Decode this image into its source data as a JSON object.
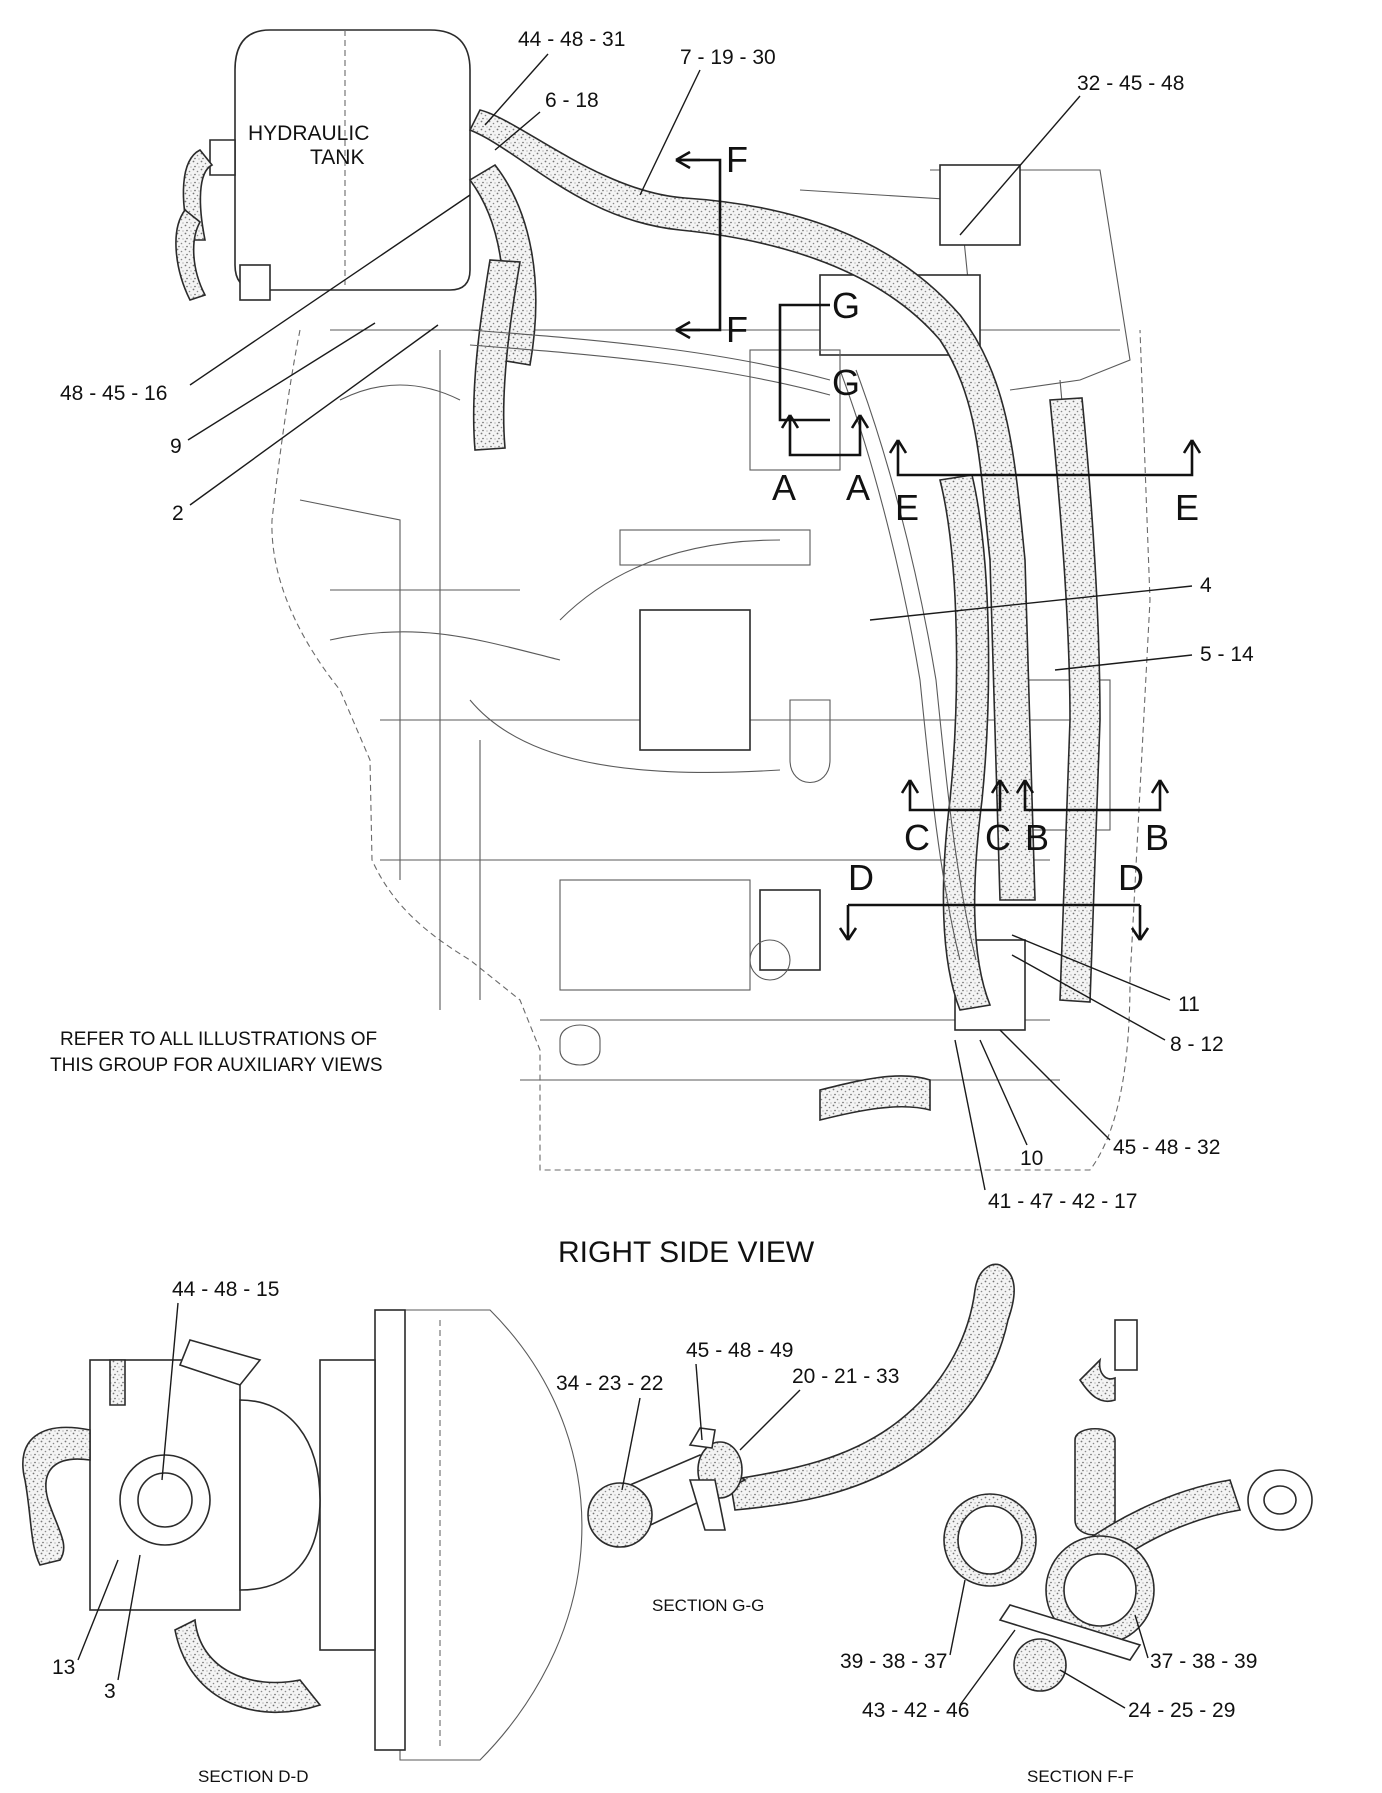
{
  "tank": {
    "line1": "HYDRAULIC",
    "line2": "TANK"
  },
  "title": "RIGHT SIDE VIEW",
  "note": {
    "line1": "REFER TO ALL ILLUSTRATIONS OF",
    "line2": "THIS GROUP FOR AUXILIARY VIEWS"
  },
  "sections": {
    "dd": "SECTION D-D",
    "gg": "SECTION G-G",
    "ff": "SECTION F-F"
  },
  "callouts": {
    "c44_48_31": "44 - 48 - 31",
    "c7_19_30": "7 - 19 - 30",
    "c6_18": "6 - 18",
    "c32_45_48": "32 - 45 - 48",
    "c48_45_16": "48 - 45 - 16",
    "c9": "9",
    "c2": "2",
    "c4": "4",
    "c5_14": "5 - 14",
    "c11": "11",
    "c8_12": "8 - 12",
    "c45_48_32": "45 - 48 - 32",
    "c10": "10",
    "c41_47_42_17": "41 - 47 - 42 - 17",
    "c44_48_15": "44 - 48 - 15",
    "c13": "13",
    "c3": "3",
    "c45_48_49": "45 - 48 - 49",
    "c34_23_22": "34 - 23 - 22",
    "c20_21_33": "20 - 21 - 33",
    "c39_38_37": "39 - 38 - 37",
    "c37_38_39": "37 - 38 - 39",
    "c43_42_46": "43 - 42 - 46",
    "c24_25_29": "24 - 25 - 29"
  },
  "section_marks": {
    "f1": "F",
    "f2": "F",
    "g1": "G",
    "g2": "G",
    "a1": "A",
    "a2": "A",
    "e1": "E",
    "e2": "E",
    "c1": "C",
    "c2": "C",
    "b1": "B",
    "b2": "B",
    "d1": "D",
    "d2": "D"
  }
}
